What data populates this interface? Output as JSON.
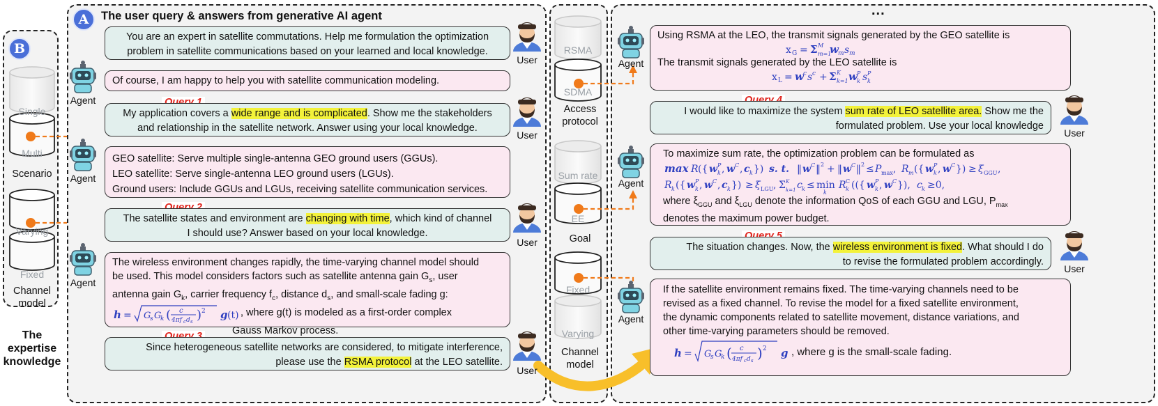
{
  "panel_a": {
    "badge": "A",
    "title": "The user query & answers from generative AI agent"
  },
  "panel_b": {
    "badge": "B",
    "scenario": {
      "items": [
        "Single",
        "Multi"
      ],
      "label": "Scenario"
    },
    "channel": {
      "items": [
        "Varying",
        "Fixed"
      ],
      "label_line1": "Channel",
      "label_line2": "model"
    },
    "caption_line1": "The",
    "caption_line2": "expertise",
    "caption_line3": "knowledge"
  },
  "middle": {
    "access": {
      "items": [
        "RSMA",
        "SDMA"
      ],
      "label_line1": "Access",
      "label_line2": "protocol"
    },
    "goal": {
      "items": [
        "Sum rate",
        "EE"
      ],
      "label": "Goal"
    },
    "channel": {
      "items": [
        "Fixed",
        "Varying"
      ],
      "label_line1": "Channel",
      "label_line2": "model"
    }
  },
  "right": {
    "ellipsis": "..."
  },
  "roles": {
    "user": "User",
    "agent": "Agent"
  },
  "queries": {
    "q1": "Query 1",
    "q2": "Query 2",
    "q3": "Query 3",
    "q4": "Query 4",
    "q5": "Query 5"
  },
  "dialog": {
    "u0_l1": "You are an expert in satellite commutations. Help me formulation the optimization",
    "u0_l2": "problem in satellite communications based on your learned and local knowledge.",
    "a0": "Of course, I am happy to help you with satellite communication modeling.",
    "u1_a": "My application covers a ",
    "u1_hl": "wide range and is complicated",
    "u1_b": ". Show me the stakeholders",
    "u1_l2": "and relationship in the satellite network. Answer using your local knowledge.",
    "a1_l1": "GEO satellite: Serve multiple single-antenna GEO ground users (GGUs).",
    "a1_l2": "LEO satellite: Serve single-antenna LEO ground users (LGUs).",
    "a1_l3": "Ground users: Include GGUs and LGUs, receiving satellite communication services.",
    "u2_a": "The satellite states and environment are ",
    "u2_hl": "changing with time",
    "u2_b": ", which kind of channel",
    "u2_l2": "I should use? Answer based on your local knowledge.",
    "a2_l1": "The wireless environment changes rapidly, the time-varying channel model should",
    "a2_l2": "be used. This model considers factors such as satellite antenna gain G",
    "a2_l3": "antenna gain G",
    "a2_l3b": ", carrier frequency f",
    "a2_l3c": ", distance d",
    "a2_l3d": ", and small-scale fading g:",
    "a2_l2b": ", user",
    "a2_eq_tail": ", where g(t) is modeled as a first-order complex",
    "a2_l5": "Gauss Markov process.",
    "u3_l1": "Since heterogeneous satellite networks are considered, to mitigate interference,",
    "u3_a": "please use the ",
    "u3_hl": "RSMA protocol",
    "u3_b": " at the LEO satellite.",
    "r0_l1": "Using RSMA at the LEO, the transmit signals generated by the GEO satellite is",
    "r0_l3": "The transmit signals generated by the LEO satellite is",
    "u4_a": "I would like to maximize the system ",
    "u4_hl": "sum rate of LEO satellite area.",
    "u4_b": " Show me the",
    "u4_l2": "formulated problem. Use your local knowledge",
    "r1_l1": "To maximize sum rate, the optimization problem can be formulated as",
    "r1_l4a": "where ξ",
    "r1_l4b": " and ξ",
    "r1_l4c": " denote the information QoS of each GGU and LGU, P",
    "r1_l5": "denotes the maximum power budget.",
    "u5_a": "The situation changes. Now, the ",
    "u5_hl": "wireless environment is fixed",
    "u5_b": ". What should I do",
    "u5_l2": "to revise the formulated problem accordingly.",
    "r2_l1": "If the satellite environment remains fixed. The time-varying channels need to be",
    "r2_l2": "revised as a fixed channel. To revise the model for a fixed satellite environment,",
    "r2_l3": "the dynamic components related to satellite movement, distance variations, and",
    "r2_l4": "other time-varying parameters should be removed.",
    "r2_tail": ", where g is the small-scale fading."
  },
  "colors": {
    "user_bubble": "#e2efed",
    "agent_bubble": "#fbe8f1",
    "query_red": "#e0241d",
    "highlight": "#f3f23a",
    "math_blue": "#2e3fc0",
    "orange": "#f07a1a",
    "badge_blue": "#4a6fd8"
  }
}
